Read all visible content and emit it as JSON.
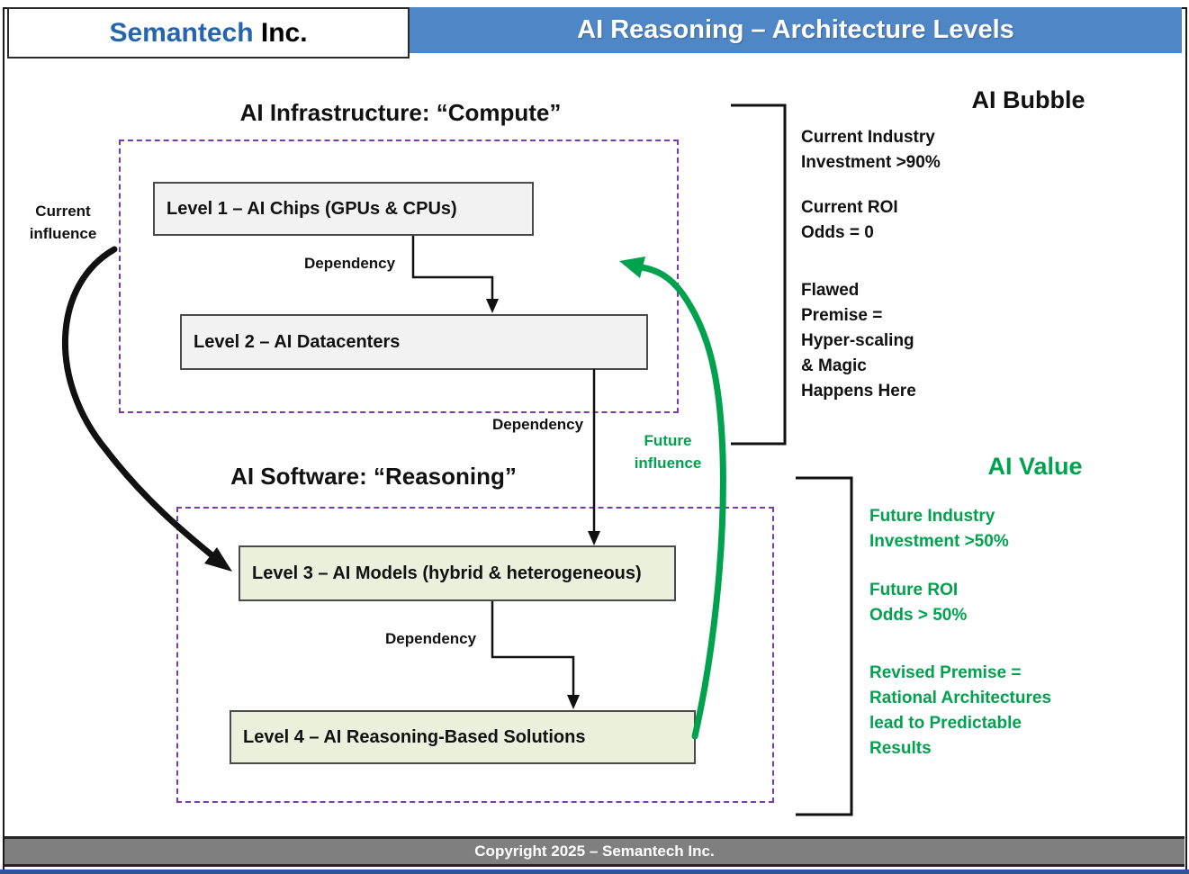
{
  "header": {
    "brand": "Semantech",
    "brand_suffix": " Inc.",
    "title": "AI Reasoning – Architecture Levels"
  },
  "diagram": {
    "compute": {
      "title": "AI Infrastructure: “Compute”",
      "levels": [
        {
          "label": "Level 1 – AI Chips (GPUs & CPUs)"
        },
        {
          "label": "Level 2 – AI Datacenters"
        }
      ]
    },
    "reasoning": {
      "title": "AI Software: “Reasoning”",
      "levels": [
        {
          "label": "Level 3 – AI Models (hybrid & heterogeneous)"
        },
        {
          "label": "Level 4 – AI Reasoning-Based Solutions"
        }
      ]
    },
    "edges": {
      "dependencies": [
        "Dependency",
        "Dependency",
        "Dependency"
      ],
      "current_influence": [
        "Current",
        "influence"
      ],
      "future_influence": [
        "Future",
        "influence"
      ]
    }
  },
  "annotations": {
    "bubble": {
      "heading": "AI Bubble",
      "paragraphs": [
        [
          "Current Industry",
          "Investment >90%"
        ],
        [
          "Current ROI",
          "Odds = 0"
        ],
        [
          "Flawed",
          "Premise =",
          "Hyper-scaling",
          "& Magic",
          "Happens Here"
        ]
      ]
    },
    "value": {
      "heading": "AI Value",
      "paragraphs": [
        [
          "Future Industry",
          "Investment >50%"
        ],
        [
          "Future ROI",
          "Odds > 50%"
        ],
        [
          "Revised Premise =",
          "Rational Architectures",
          "lead to Predictable",
          "Results"
        ]
      ]
    }
  },
  "footer": {
    "copyright": "Copyright 2025 – Semantech Inc."
  },
  "colors": {
    "banner_blue": "#4E86C6",
    "brand_blue": "#2565AE",
    "accent_green": "#00A24E",
    "dashed_purple": "#7A3BAD",
    "compute_level_fill": "#F2F2F2",
    "reasoning_level_fill": "#EBF0DC",
    "footer_gray": "#7F7F7F",
    "bottom_strip_blue": "#2F5597"
  }
}
